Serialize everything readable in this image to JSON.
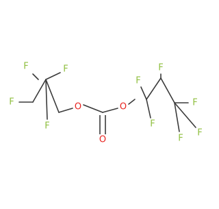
{
  "molecule": {
    "colors": {
      "bond": "#3a3a3a",
      "fluorine": "#8fbf3f",
      "oxygen": "#e8231f"
    },
    "atoms": {
      "f1": "F",
      "f2": "F",
      "f3": "F",
      "f4": "F",
      "o1": "O",
      "o2": "O",
      "o3": "O",
      "f5": "F",
      "f6": "F",
      "f7": "F",
      "f8": "F",
      "f9": "F",
      "f10": "F"
    }
  }
}
